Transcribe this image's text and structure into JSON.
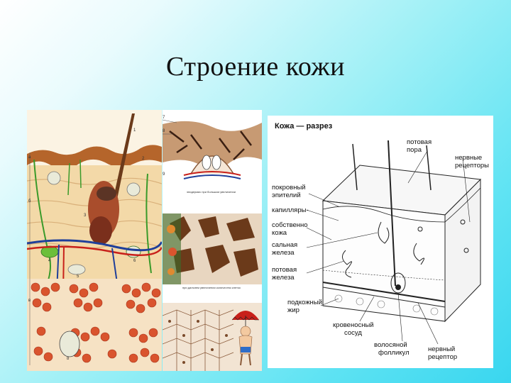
{
  "slide": {
    "title": "Строение кожи"
  },
  "left_illustration": {
    "layer_marks": [
      "а",
      "б",
      "в"
    ],
    "number_marks": [
      "1",
      "2",
      "3",
      "4",
      "5",
      "6",
      "8"
    ]
  },
  "mid_illustration": {
    "number_marks": [
      "7",
      "8",
      "9"
    ],
    "captions": [
      "эпидермис при большом увеличении",
      "при дальнем увеличении количество клеток"
    ]
  },
  "right_diagram": {
    "title": "Кожа — разрез",
    "labels": {
      "sweat_pore": [
        "потовая",
        "пора"
      ],
      "nerve_receptors": [
        "нервные",
        "рецепторы"
      ],
      "epithelium": [
        "покровный",
        "эпителий"
      ],
      "capillaries": [
        "капилляры-"
      ],
      "dermis": [
        "собственно",
        "кожа"
      ],
      "sebaceous_gland": [
        "сальная",
        "железа"
      ],
      "sweat_gland": [
        "потовая",
        "железа"
      ],
      "subcutaneous_fat": [
        "подкожный",
        "жир"
      ],
      "blood_vessel": [
        "кровеносный",
        "сосуд"
      ],
      "hair_follicle": [
        "волосяной",
        "фолликул"
      ],
      "nerve_receptor": [
        "нервный",
        "рецептор"
      ]
    }
  },
  "colors": {
    "bg_cyan": "#39d6ef",
    "fat_cell": "#d9542e",
    "dermis": "#f3d9a8",
    "nerve": "#3a9a2a",
    "vein": "#1f3f9a",
    "artery": "#c8201a"
  }
}
